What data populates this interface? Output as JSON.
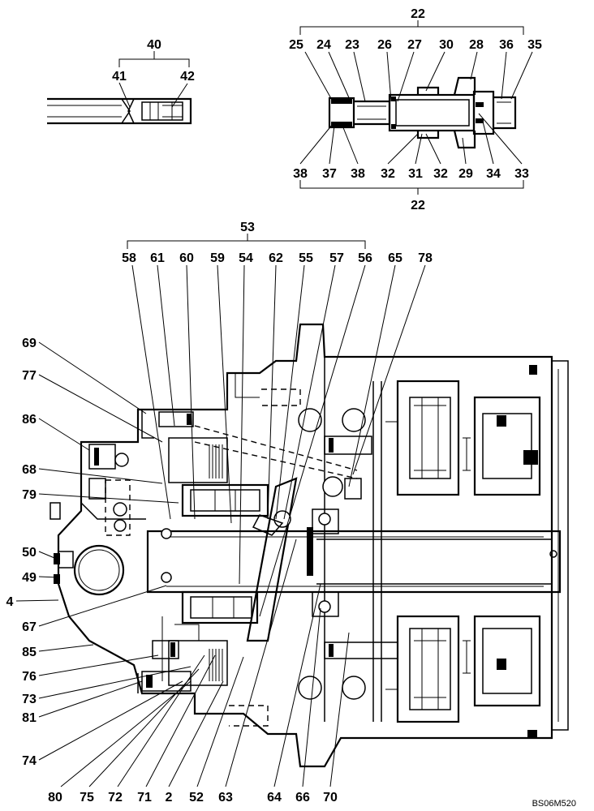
{
  "drawing_code": "BS06M520",
  "groups": {
    "g40": "40",
    "g22_top": "22",
    "g22_bottom": "22",
    "g53": "53"
  },
  "callouts": {
    "c41": "41",
    "c42": "42",
    "c25": "25",
    "c24": "24",
    "c23": "23",
    "c26": "26",
    "c27": "27",
    "c30": "30",
    "c28": "28",
    "c36": "36",
    "c35": "35",
    "c38a": "38",
    "c37": "37",
    "c38b": "38",
    "c32a": "32",
    "c31": "31",
    "c32b": "32",
    "c29": "29",
    "c34": "34",
    "c33": "33",
    "c58": "58",
    "c61": "61",
    "c60": "60",
    "c59": "59",
    "c54": "54",
    "c62": "62",
    "c55": "55",
    "c57": "57",
    "c56": "56",
    "c65": "65",
    "c78": "78",
    "c69": "69",
    "c77": "77",
    "c86": "86",
    "c68": "68",
    "c79": "79",
    "c50": "50",
    "c49": "49",
    "c4": "4",
    "c67": "67",
    "c85": "85",
    "c76": "76",
    "c73": "73",
    "c81": "81",
    "c74": "74",
    "c80": "80",
    "c75": "75",
    "c72": "72",
    "c71": "71",
    "c2": "2",
    "c52": "52",
    "c63": "63",
    "c64": "64",
    "c66": "66",
    "c70": "70"
  }
}
